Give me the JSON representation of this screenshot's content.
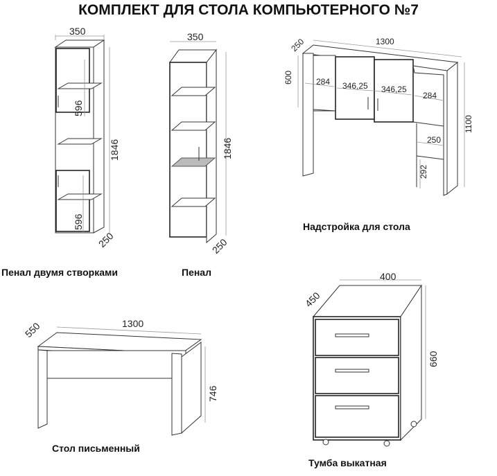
{
  "title": "КОМПЛЕКТ ДЛЯ СТОЛА КОМПЬЮТЕРНОГО №7",
  "items": [
    {
      "name": "Пенал двумя створками",
      "dims": {
        "width": "350",
        "height": "1846",
        "depth": "250",
        "door_top": "596",
        "door_bottom": "596"
      }
    },
    {
      "name": "Пенал",
      "dims": {
        "width": "350",
        "height": "1846",
        "depth": "250"
      }
    },
    {
      "name": "Надстройка для стола",
      "dims": {
        "width": "1300",
        "depth": "250",
        "upper_height": "600",
        "height": "1100",
        "sec_left": "284",
        "door_left": "346,25",
        "door_right": "346,25",
        "sec_right": "284",
        "niche_width": "250",
        "niche_height": "292"
      }
    },
    {
      "name": "Стол письменный",
      "dims": {
        "width": "1300",
        "depth": "550",
        "height": "746"
      }
    },
    {
      "name": "Тумба выкатная",
      "dims": {
        "width": "400",
        "depth": "450",
        "height": "660"
      }
    }
  ]
}
